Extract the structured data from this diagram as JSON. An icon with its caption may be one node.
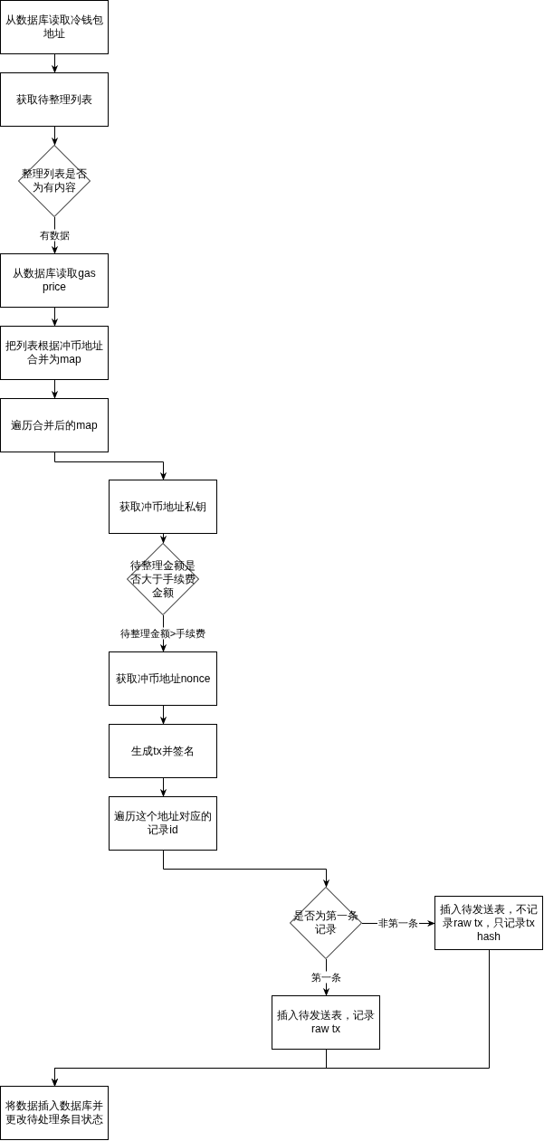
{
  "diagram": {
    "nodes": [
      {
        "text": [
          "从数据库读取冷钱包地址"
        ]
      },
      {
        "text": [
          "获取待整理列表"
        ]
      },
      {
        "text": [
          "整理列表是否为有内容"
        ]
      },
      {
        "text": [
          "从数据库读取gas price"
        ]
      },
      {
        "text": [
          "把列表根据冲币地址合并为map"
        ]
      },
      {
        "text": [
          "遍历合并后的map"
        ]
      },
      {
        "text": [
          "获取冲币地址私钥"
        ]
      },
      {
        "text": [
          "待整理金额是否大于手续费金额"
        ]
      },
      {
        "text": [
          "获取冲币地址nonce"
        ]
      },
      {
        "text": [
          "生成tx并签名"
        ]
      },
      {
        "text": [
          "遍历这个地址对应的记录id"
        ]
      },
      {
        "text": [
          "是否为第一条记录"
        ]
      },
      {
        "text": [
          "插入待发送表，不记录raw tx，只记录tx hash"
        ]
      },
      {
        "text": [
          "插入待发送表，记录raw tx"
        ]
      },
      {
        "text": [
          "将数据插入数据库并更改待处理条目状态"
        ]
      }
    ],
    "edges": [
      {
        "from": 0,
        "to": 1,
        "arrow": "to"
      },
      {
        "from": 1,
        "to": 2,
        "arrow": "to"
      },
      {
        "from": 2,
        "to": 3,
        "arrow": "to",
        "label": "有数据"
      },
      {
        "from": 3,
        "to": 4,
        "arrow": "to"
      },
      {
        "from": 4,
        "to": 5,
        "arrow": "to"
      },
      {
        "from": 5,
        "to": 6,
        "arrow": "to"
      },
      {
        "from": 6,
        "to": 7,
        "arrow": "to"
      },
      {
        "from": 7,
        "to": 8,
        "arrow": "to",
        "label": "待整理金额>手续费"
      },
      {
        "from": 8,
        "to": 9,
        "arrow": "to"
      },
      {
        "from": 9,
        "to": 10,
        "arrow": "to"
      },
      {
        "from": 10,
        "to": 11,
        "arrow": "to"
      },
      {
        "from": 11,
        "to": 12,
        "arrow": "to",
        "label": "非第一条"
      },
      {
        "from": 11,
        "to": 13,
        "arrow": "to",
        "label": "第一条"
      },
      {
        "from": 12,
        "to": 14,
        "arrow": "to"
      },
      {
        "from": 13,
        "to": 14,
        "arrow": "to"
      }
    ]
  }
}
